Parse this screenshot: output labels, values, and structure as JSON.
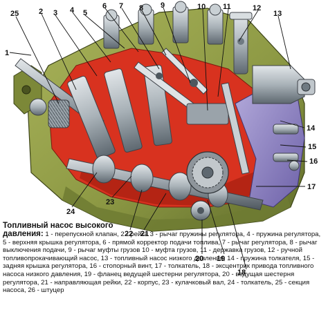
{
  "caption": {
    "title_line1": "Топливный насос высокого",
    "title_line2": "давления:",
    "body": " 1 - перепускной клапан, 2 - рейка 3 - рычаг пружины регулятора, 4 - пружина регулятора, 5 - верхняя крышка регулятора, 6 - прямой корректор подачи топлива, 7 - рычаг регулятора, 8 - рычаг выключения подачи, 9 - рычаг муфты грузов 10 - муфта грузов, 11 - державка грузов, 12 - ручной топливопрокачивающий насос, 13 - топливный насос низкого давления, 14 - пружина толкателя, 15 - задняя крышка регулятора, 16 - стопорный винт, 17 - толкатель, 18 - эксцентрик привода топливного насоса низкого давления, 19 - фланец ведущей шестерни регулятора, 20 - ведущая шестерня регулятора, 21 - направляющая рейки, 22 - корпус, 23 - кулачковый вал, 24 - толкатель, 25 - секция насоса, 26 - штуцер"
  },
  "callouts": [
    {
      "label": "25"
    },
    {
      "label": "2"
    },
    {
      "label": "3"
    },
    {
      "label": "4"
    },
    {
      "label": "5"
    },
    {
      "label": "6"
    },
    {
      "label": "7"
    },
    {
      "label": "8"
    },
    {
      "label": "9"
    },
    {
      "label": "10"
    },
    {
      "label": "11"
    },
    {
      "label": "12"
    },
    {
      "label": "13"
    },
    {
      "label": "1"
    },
    {
      "label": "14"
    },
    {
      "label": "15"
    },
    {
      "label": "16"
    },
    {
      "label": "17"
    },
    {
      "label": "18"
    },
    {
      "label": "19"
    },
    {
      "label": "20"
    },
    {
      "label": "21"
    },
    {
      "label": "22"
    },
    {
      "label": "23"
    },
    {
      "label": "24"
    }
  ],
  "colors": {
    "housing": "#8e9a45",
    "housing_dark": "#5f6b2a",
    "cutaway": "#d8321f",
    "steel": "#b8c0c6",
    "steel_dark": "#6f7a82",
    "regulator_blue": "#8a7ec4"
  }
}
